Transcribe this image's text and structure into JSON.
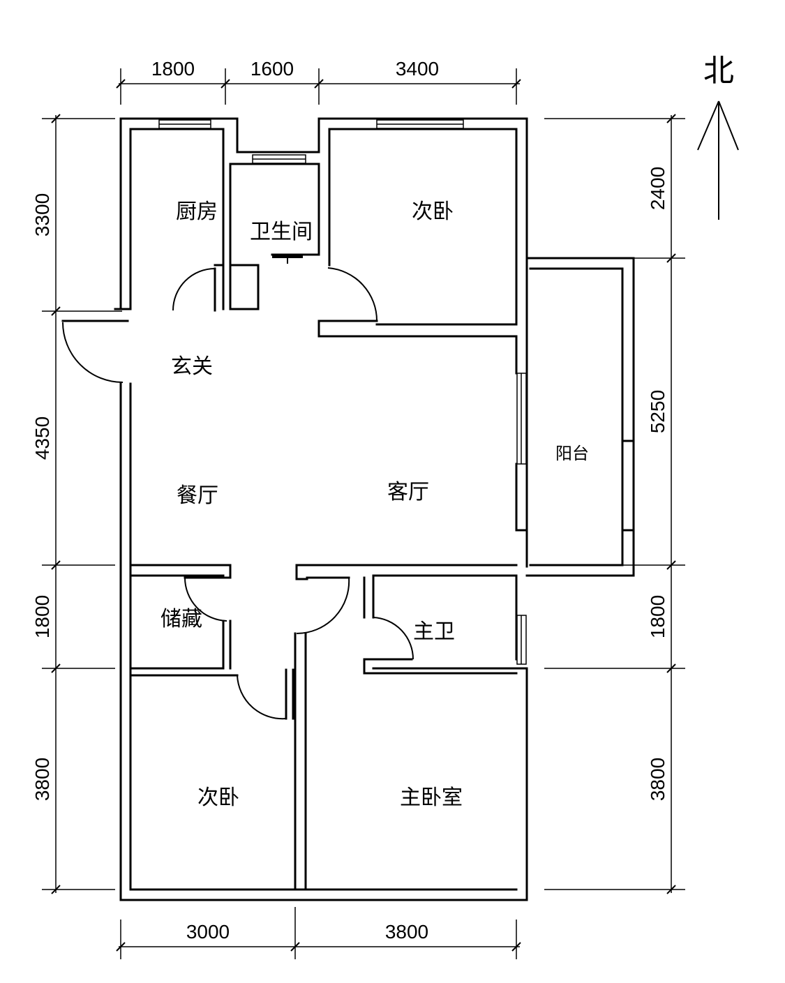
{
  "rooms": {
    "kitchen": "厨房",
    "bathroom": "卫生间",
    "second_bedroom_north": "次卧",
    "entrance": "玄关",
    "dining": "餐厅",
    "living": "客厅",
    "balcony": "阳台",
    "storage": "储藏",
    "master_bath": "主卫",
    "second_bedroom_south": "次卧",
    "master_bedroom": "主卧室"
  },
  "dimensions": {
    "top": [
      "1800",
      "1600",
      "3400"
    ],
    "bottom": [
      "3000",
      "3800"
    ],
    "left": [
      "3300",
      "4350",
      "1800",
      "3800"
    ],
    "right": [
      "2400",
      "5250",
      "1800",
      "3800"
    ]
  },
  "north_label": "北"
}
